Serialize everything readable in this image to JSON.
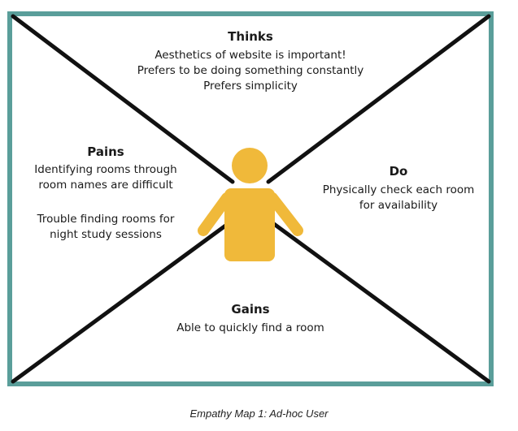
{
  "colors": {
    "frame": "#5a9e9a",
    "diagonal": "#111111",
    "figure": "#f0b93a"
  },
  "quadrants": {
    "thinks": {
      "title": "Thinks",
      "lines": [
        "Aesthetics of website is important!",
        "Prefers to be doing something constantly",
        "Prefers simplicity"
      ]
    },
    "pains": {
      "title": "Pains",
      "lines": [
        "Identifying rooms through",
        "room names are difficult",
        "",
        "Trouble finding rooms for",
        "night study sessions"
      ]
    },
    "do": {
      "title": "Do",
      "lines": [
        "Physically check each room",
        "for availability"
      ]
    },
    "gains": {
      "title": "Gains",
      "lines": [
        "Able to quickly find a room"
      ]
    }
  },
  "caption": "Empathy Map 1: Ad-hoc User"
}
